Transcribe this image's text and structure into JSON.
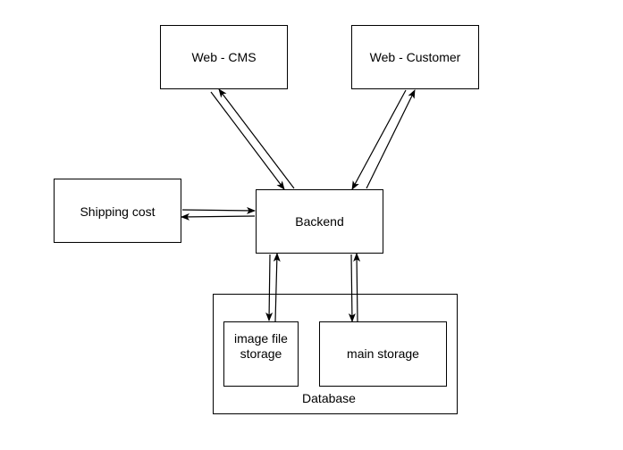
{
  "nodes": {
    "web_cms": {
      "label": "Web - CMS"
    },
    "web_customer": {
      "label": "Web - Customer"
    },
    "shipping_cost": {
      "label": "Shipping cost"
    },
    "backend": {
      "label": "Backend"
    },
    "database": {
      "label": "Database"
    },
    "image_file_storage": {
      "label_lines": [
        "image file",
        "storage"
      ]
    },
    "main_storage": {
      "label": "main storage"
    }
  },
  "edges": [
    {
      "from": "Web - CMS",
      "to": "Backend"
    },
    {
      "from": "Backend",
      "to": "Web - CMS"
    },
    {
      "from": "Backend",
      "to": "Web - Customer"
    },
    {
      "from": "Web - Customer",
      "to": "Backend"
    },
    {
      "from": "Shipping cost",
      "to": "Backend"
    },
    {
      "from": "Backend",
      "to": "Shipping cost"
    },
    {
      "from": "Backend",
      "to": "image file storage"
    },
    {
      "from": "image file storage",
      "to": "Backend"
    },
    {
      "from": "Backend",
      "to": "main storage"
    },
    {
      "from": "main storage",
      "to": "Backend"
    }
  ],
  "colors": {
    "stroke": "#000000",
    "background": "#ffffff"
  }
}
